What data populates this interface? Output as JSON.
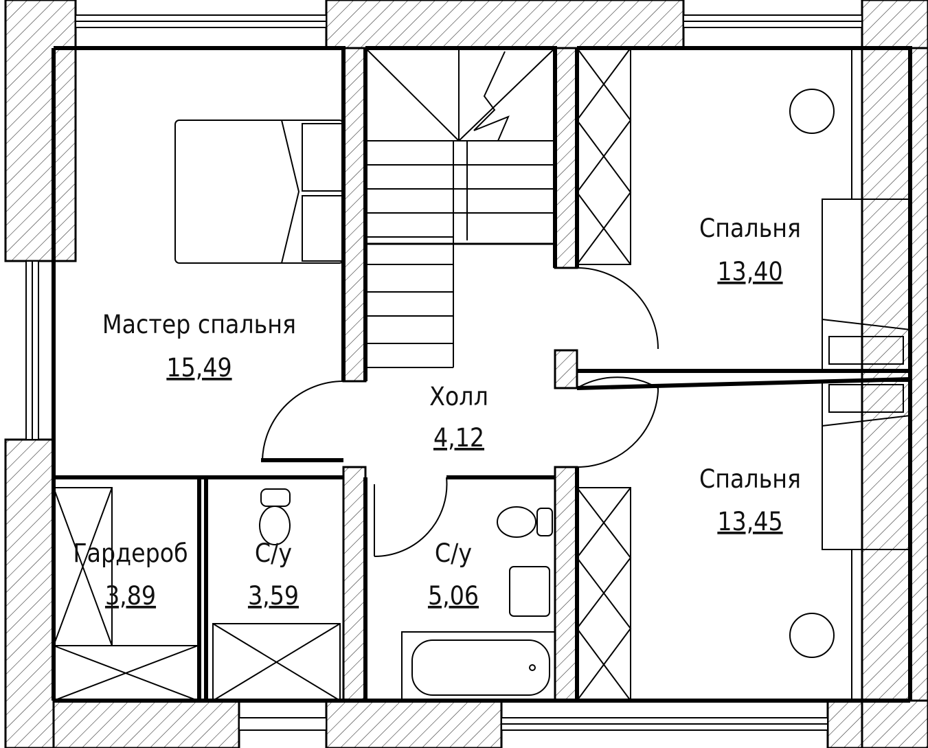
{
  "rooms": {
    "master": {
      "name": "Мастер спальня",
      "area": "15,49"
    },
    "bedroom_top": {
      "name": "Спальня",
      "area": "13,40"
    },
    "bedroom_bottom": {
      "name": "Спальня",
      "area": "13,45"
    },
    "hall": {
      "name": "Холл",
      "area": "4,12"
    },
    "wardrobe": {
      "name": "Гардероб",
      "area": "3,89"
    },
    "wc_small": {
      "name": "С/у",
      "area": "3,59"
    },
    "wc_large": {
      "name": "С/у",
      "area": "5,06"
    }
  }
}
